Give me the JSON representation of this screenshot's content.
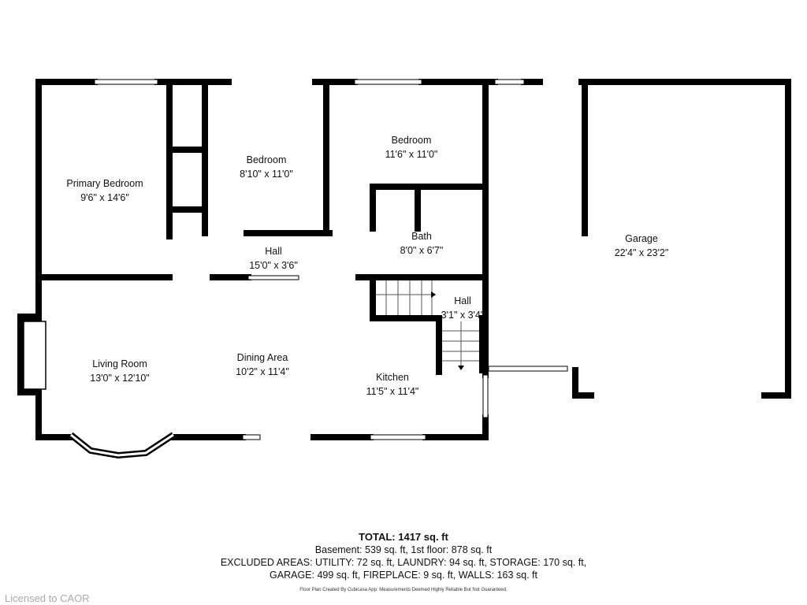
{
  "rooms": [
    {
      "name": "Primary Bedroom",
      "dims": "9'6\" x 14'6\""
    },
    {
      "name": "Bedroom",
      "dims": "8'10\" x 11'0\""
    },
    {
      "name": "Bedroom",
      "dims": "11'6\" x 11'0\""
    },
    {
      "name": "Hall",
      "dims": "15'0\" x 3'6\""
    },
    {
      "name": "Bath",
      "dims": "8'0\" x 6'7\""
    },
    {
      "name": "Garage",
      "dims": "22'4\" x 23'2\""
    },
    {
      "name": "Hall",
      "dims": "3'1\" x 3'4\""
    },
    {
      "name": "Living Room",
      "dims": "13'0\" x 12'10\""
    },
    {
      "name": "Dining Area",
      "dims": "10'2\" x 11'4\""
    },
    {
      "name": "Kitchen",
      "dims": "11'5\" x 11'4\""
    }
  ],
  "summary": {
    "total": "TOTAL: 1417 sq. ft",
    "line1": "Basement: 539 sq. ft, 1st floor: 878 sq. ft",
    "line2": "EXCLUDED AREAS: UTILITY: 72 sq. ft, LAUNDRY: 94 sq. ft, STORAGE: 170 sq. ft,",
    "line3": "GARAGE: 499 sq. ft, FIREPLACE: 9 sq. ft, WALLS: 163 sq. ft",
    "note": "Floor Plan Created By Cubicasa App. Measurements Deemed Highly Reliable But Not Guaranteed."
  },
  "watermark": "Licensed to CAOR"
}
